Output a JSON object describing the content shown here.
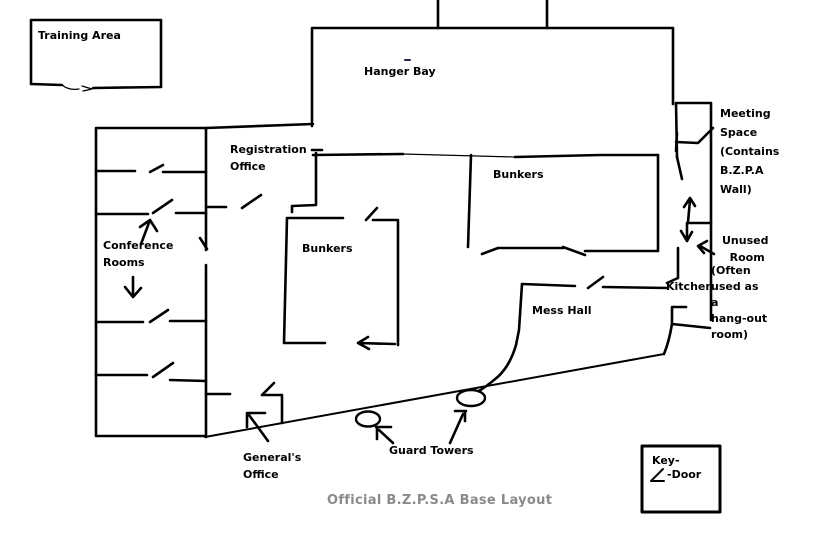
{
  "title": "Official B.Z.P.S.A Base Layout",
  "colors": {
    "ink": "#000000",
    "title_text": "#8a8a8a"
  },
  "key": {
    "heading": "Key-",
    "door_label": "-Door",
    "door_symbol_icon": "angle-door-icon"
  },
  "labels": {
    "training_area": "Training Area",
    "hanger_bay": "Hanger Bay",
    "registration_office": "Registration\nOffice",
    "bunkers_right": "Bunkers",
    "bunkers_center": "Bunkers",
    "conference_rooms": "Conference\nRooms",
    "mess_hall": "Mess Hall",
    "kitchen": "Kitchen",
    "meeting_space": "Meeting\nSpace\n(Contains\nB.Z.P.A\nWall)",
    "unused_room": "Unused\n  Room",
    "unused_room_note": "(Often\nused as\na\nhang-out\nroom)",
    "generals_office": "General's\nOffice",
    "guard_towers": "Guard Towers"
  }
}
